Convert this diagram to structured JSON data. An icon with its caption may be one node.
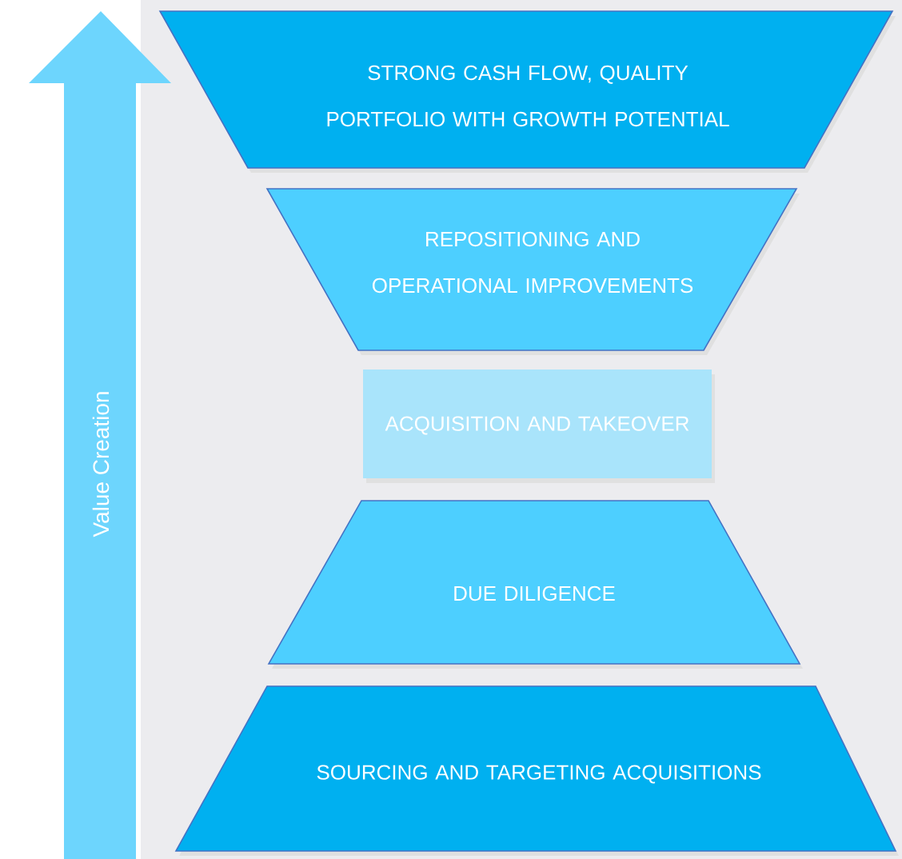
{
  "diagram": {
    "nodes": [
      {
        "text": [
          "Value Creation"
        ]
      },
      {
        "text": [
          "STRONG CASH FLOW, QUALITY PORTFOLIO WITH GROWTH POTENTIAL"
        ]
      },
      {
        "text": [
          "REPOSITIONING AND OPERATIONAL IMPROVEMENTS"
        ]
      },
      {
        "text": [
          "ACQUISITION AND TAKEOVER"
        ]
      },
      {
        "text": [
          "DUE DILIGENCE"
        ]
      },
      {
        "text": [
          "SOURCING AND TARGETING ACQUISITIONS"
        ]
      }
    ]
  }
}
